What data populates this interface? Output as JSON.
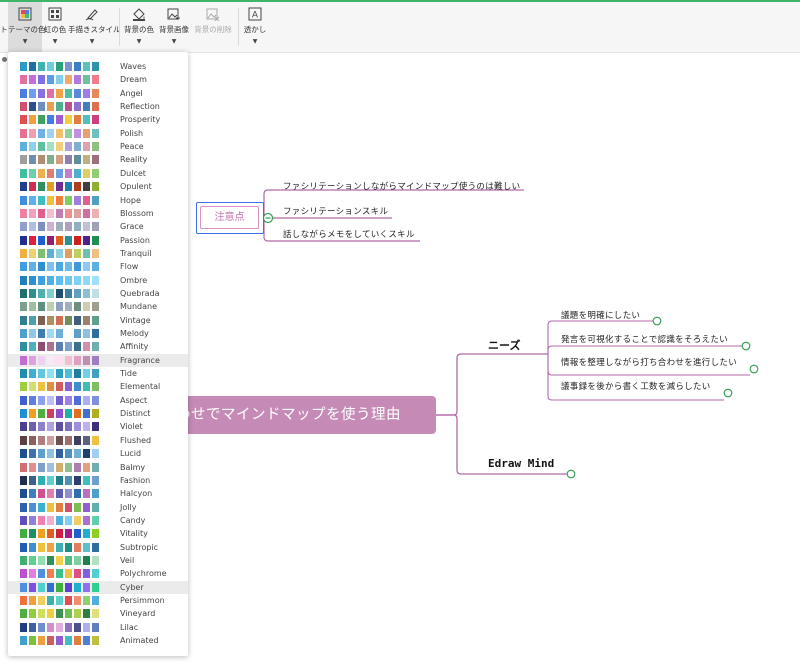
{
  "toolbar": {
    "items": [
      {
        "label": "テーマの色",
        "icon": "theme-color-icon"
      },
      {
        "label": "虹の色",
        "icon": "rainbow-color-icon"
      },
      {
        "label": "手描きスタイル",
        "icon": "hand-drawn-icon"
      },
      {
        "label": "背景の色",
        "icon": "bucket-icon"
      },
      {
        "label": "背景画像",
        "icon": "image-add-icon"
      },
      {
        "label": "背景の削除",
        "icon": "image-remove-icon"
      },
      {
        "label": "透かし",
        "icon": "watermark-icon"
      }
    ],
    "partial_label": "ト"
  },
  "themes": [
    {
      "name": "Waves",
      "colors": [
        "#2a9bc9",
        "#1f6fa6",
        "#3fb3b0",
        "#6acde0",
        "#27a07c",
        "#7b8fd1",
        "#3c7fc9",
        "#58c3b8",
        "#2f93a8"
      ]
    },
    {
      "name": "Dream",
      "colors": [
        "#e36fa3",
        "#c86fd3",
        "#7f6fe2",
        "#5b9de8",
        "#7fd0e8",
        "#f3a86b",
        "#b07be0",
        "#6cc1a0",
        "#f07c8c"
      ]
    },
    {
      "name": "Angel",
      "colors": [
        "#4a7fe0",
        "#6c9ef0",
        "#8a6fe0",
        "#e06fa4",
        "#f0a24a",
        "#4fc0a0",
        "#5a8ad8",
        "#a07ce8",
        "#e8885a"
      ]
    },
    {
      "name": "Reflection",
      "colors": [
        "#d34f6f",
        "#2f4f8f",
        "#6f8fbf",
        "#e89f4f",
        "#4faf8f",
        "#bf4f8f",
        "#8f6fcf",
        "#3f7fbf",
        "#df6f4f"
      ]
    },
    {
      "name": "Prosperity",
      "colors": [
        "#e04f4f",
        "#f0a03f",
        "#3fa05f",
        "#3f7fe0",
        "#9f5fd0",
        "#f0d03f",
        "#e07f3f",
        "#4fbfbf",
        "#cf3f7f"
      ]
    },
    {
      "name": "Polish",
      "colors": [
        "#e86f8f",
        "#f09fb0",
        "#6fb0e8",
        "#9fd0f0",
        "#f0c06f",
        "#8fd09f",
        "#c08fe0",
        "#e8a06f",
        "#6fc0c0"
      ]
    },
    {
      "name": "Peace",
      "colors": [
        "#5fb0e0",
        "#8fd0f0",
        "#5fc0a0",
        "#a0e0c0",
        "#f0d07f",
        "#b0a0e0",
        "#7fb0d0",
        "#e0a0b0",
        "#90c080"
      ]
    },
    {
      "name": "Reality",
      "colors": [
        "#9f9f9f",
        "#6f8faf",
        "#af8f6f",
        "#7faf8f",
        "#cf9f7f",
        "#8f7faf",
        "#5f8f9f",
        "#bfaf7f",
        "#9f6f7f"
      ]
    },
    {
      "name": "Dulcet",
      "colors": [
        "#3fbfa0",
        "#6fd0b0",
        "#f0b04f",
        "#e07f6f",
        "#6f9fe0",
        "#c07fd0",
        "#4fafcf",
        "#e0cf5f",
        "#8fcf6f"
      ]
    },
    {
      "name": "Opulent",
      "colors": [
        "#1f3f8f",
        "#cf2f4f",
        "#2f8f5f",
        "#e0a01f",
        "#6f2f8f",
        "#1f7faf",
        "#af3f1f",
        "#3f3f3f",
        "#8faf2f"
      ]
    },
    {
      "name": "Hope",
      "colors": [
        "#3f8fe0",
        "#5fb0f0",
        "#3fc0c0",
        "#f0c03f",
        "#f07f3f",
        "#7fcf5f",
        "#a07fe0",
        "#e05f8f",
        "#4fa0c0"
      ]
    },
    {
      "name": "Blossom",
      "colors": [
        "#f07fa0",
        "#f0a0c0",
        "#e05f8f",
        "#f0c0d0",
        "#c07fb0",
        "#f0908f",
        "#e0a0a0",
        "#d06f9f",
        "#f0b0b0"
      ]
    },
    {
      "name": "Grace",
      "colors": [
        "#8f9fcf",
        "#afbfdf",
        "#7f8fbf",
        "#cfb0d0",
        "#9fafc0",
        "#b0a0c0",
        "#8fb0c0",
        "#c0c0d8",
        "#a0a0b8"
      ]
    },
    {
      "name": "Passion",
      "colors": [
        "#1f2f8f",
        "#e01f3f",
        "#1f5fcf",
        "#8f1f6f",
        "#e05f1f",
        "#2f8f8f",
        "#cf1f1f",
        "#4f1f8f",
        "#1f8f4f"
      ]
    },
    {
      "name": "Tranquil",
      "colors": [
        "#f0b03f",
        "#f0d06f",
        "#7fbf6f",
        "#5fafd0",
        "#8fd0e0",
        "#e09f5f",
        "#bfcf5f",
        "#6fc0b0",
        "#f0c080"
      ]
    },
    {
      "name": "Flow",
      "colors": [
        "#3f9fe0",
        "#5fb0e8",
        "#2f8fd0",
        "#7fc0f0",
        "#4fa8e0",
        "#6fb8ec",
        "#3f98dc",
        "#8fc8f4",
        "#58b0e4"
      ]
    },
    {
      "name": "Ombre",
      "colors": [
        "#1f7fbf",
        "#2f8fcf",
        "#3f9fdf",
        "#4fafe8",
        "#5fbff0",
        "#6fc8f0",
        "#7fd0f4",
        "#8fd8f8",
        "#9fe0fa"
      ]
    },
    {
      "name": "Quebrada",
      "colors": [
        "#1f6f6f",
        "#2f8f8f",
        "#4fafaf",
        "#7fcfcf",
        "#1f4f6f",
        "#3f7f9f",
        "#5f9fbf",
        "#8fbfcf",
        "#bfdfe0"
      ]
    },
    {
      "name": "Mundane",
      "colors": [
        "#7fa08f",
        "#9fbf9f",
        "#5f8f7f",
        "#bfcfaf",
        "#8fa0bf",
        "#a0b0c0",
        "#6f907f",
        "#cfcfb0",
        "#9f9f8f"
      ]
    },
    {
      "name": "Vintage",
      "colors": [
        "#2f7f8f",
        "#4f9faf",
        "#7f5f4f",
        "#af8f5f",
        "#cf6f4f",
        "#6f8f5f",
        "#3f5f7f",
        "#9f7f6f",
        "#5f9f8f"
      ]
    },
    {
      "name": "Melody",
      "colors": [
        "#4fa0d0",
        "#8fc8e8",
        "#3f7fb0",
        "#a0d8f0",
        "#6fb0d8",
        "#ffffff",
        "#5f9fc8",
        "#90c0e0",
        "#2f6f9f"
      ]
    },
    {
      "name": "Affinity",
      "colors": [
        "#2f8f9f",
        "#4fafbf",
        "#8f4f6f",
        "#af6f8f",
        "#5f7faf",
        "#7f9fcf",
        "#3f6f8f",
        "#cf8faf",
        "#6fafaf"
      ]
    },
    {
      "name": "Fragrance",
      "colors": [
        "#c06fd0",
        "#e09fe0",
        "#f0d0f0",
        "#f8e8f8",
        "#ffe0f0",
        "#f0c0d0",
        "#e0a0c0",
        "#c08fb0",
        "#a07fc0"
      ]
    },
    {
      "name": "Tide",
      "colors": [
        "#1f8faf",
        "#3fafcf",
        "#5fc8e0",
        "#8fe0f0",
        "#2f9fbf",
        "#4fbfd8",
        "#1f7f9f",
        "#6fd0e8",
        "#3fa0c0"
      ]
    },
    {
      "name": "Elemental",
      "colors": [
        "#9fcf3f",
        "#cfe06f",
        "#f0c03f",
        "#e08f3f",
        "#cf5f5f",
        "#8f5fcf",
        "#3f8fcf",
        "#3fbfaf",
        "#7fbf5f"
      ]
    },
    {
      "name": "Aspect",
      "colors": [
        "#3f5fcf",
        "#5f7fe0",
        "#8f9fef",
        "#bfbff8",
        "#6f5fcf",
        "#9f7fe8",
        "#4f6fd8",
        "#afafef",
        "#7f8fe0"
      ]
    },
    {
      "name": "Distinct",
      "colors": [
        "#1f8fcf",
        "#f0a01f",
        "#4faf3f",
        "#cf3f5f",
        "#8f4fcf",
        "#1fafaf",
        "#e06f1f",
        "#3f6fcf",
        "#afaf1f"
      ]
    },
    {
      "name": "Violet",
      "colors": [
        "#4f3f8f",
        "#6f5faf",
        "#8f7fcf",
        "#afa0e0",
        "#5f4f9f",
        "#7f6fbf",
        "#9f8fdf",
        "#bfb0ef",
        "#3f2f7f"
      ]
    },
    {
      "name": "Flushed",
      "colors": [
        "#5f3f3f",
        "#8f5f5f",
        "#af7f7f",
        "#cf9f9f",
        "#6f4f4f",
        "#9f6f6f",
        "#3f3f5f",
        "#5f5f7f",
        "#f0c03f"
      ]
    },
    {
      "name": "Lucid",
      "colors": [
        "#1f4f8f",
        "#3f6faf",
        "#5f9fcf",
        "#8fc0e0",
        "#2f5f9f",
        "#4f8fbf",
        "#6fafd8",
        "#1f3f6f",
        "#9fd0ef"
      ]
    },
    {
      "name": "Balmy",
      "colors": [
        "#cf6f6f",
        "#e08f8f",
        "#7f9fcf",
        "#9fbfe0",
        "#cfaf6f",
        "#8fbf8f",
        "#af7faf",
        "#e0a07f",
        "#6fafaf"
      ]
    },
    {
      "name": "Fashion",
      "colors": [
        "#1f2f4f",
        "#3f5f8f",
        "#2fafaf",
        "#5fcfcf",
        "#1f7f8f",
        "#4f8faf",
        "#2f3f6f",
        "#3fbfbf",
        "#6f9fcf"
      ]
    },
    {
      "name": "Halcyon",
      "colors": [
        "#1f4f8f",
        "#3f7fbf",
        "#cf4f8f",
        "#e07faf",
        "#5f5faf",
        "#8f8fcf",
        "#2f6faf",
        "#bf6fbf",
        "#4f9fcf"
      ]
    },
    {
      "name": "Jolly",
      "colors": [
        "#2f5faf",
        "#4f8fcf",
        "#3fafcf",
        "#f0c03f",
        "#e07f3f",
        "#cf4f6f",
        "#7fbf4f",
        "#8f5fcf",
        "#5fafaf"
      ]
    },
    {
      "name": "Candy",
      "colors": [
        "#5f4fbf",
        "#8f7fdf",
        "#f07faf",
        "#f0afcf",
        "#4fafe0",
        "#7fcff0",
        "#f0cf5f",
        "#af6fcf",
        "#5fcfaf"
      ]
    },
    {
      "name": "Vitality",
      "colors": [
        "#3faf3f",
        "#1f8f5f",
        "#f0a01f",
        "#e05f1f",
        "#cf1f3f",
        "#9f1f8f",
        "#1f5fcf",
        "#1fafcf",
        "#8fcf1f"
      ]
    },
    {
      "name": "Subtropic",
      "colors": [
        "#1f5faf",
        "#3f8fcf",
        "#f0c03f",
        "#f0a03f",
        "#3fafaf",
        "#1f8f7f",
        "#e07f5f",
        "#5fbfcf",
        "#2f6f9f"
      ]
    },
    {
      "name": "Veil",
      "colors": [
        "#3faf6f",
        "#5fcf8f",
        "#8fdfaf",
        "#2f8f5f",
        "#f0cf4f",
        "#4fbf7f",
        "#7fd09f",
        "#1f7f4f",
        "#afe0bf"
      ]
    },
    {
      "name": "Polychrome",
      "colors": [
        "#c04fd0",
        "#e07fe0",
        "#4f8fe0",
        "#f07f4f",
        "#3fbf8f",
        "#f0c03f",
        "#e04f7f",
        "#7f5fe0",
        "#4fcfcf"
      ]
    },
    {
      "name": "Cyber",
      "colors": [
        "#4f8fe0",
        "#7f4fe0",
        "#4fcfcf",
        "#2f6fcf",
        "#3faf3f",
        "#5f3fcf",
        "#1fafcf",
        "#8f6fef",
        "#2fcf8f"
      ]
    },
    {
      "name": "Persimmon",
      "colors": [
        "#f06f3f",
        "#f0a03f",
        "#f0cf5f",
        "#3fafaf",
        "#5fcfcf",
        "#e04f4f",
        "#f08f6f",
        "#8fcf6f",
        "#4fafe0"
      ]
    },
    {
      "name": "Vineyard",
      "colors": [
        "#4faf3f",
        "#8fcf3f",
        "#cfe05f",
        "#f0cf3f",
        "#3f8f4f",
        "#6fbf4f",
        "#afd04f",
        "#2f7f3f",
        "#e0e07f"
      ]
    },
    {
      "name": "Lilac",
      "colors": [
        "#1f3f7f",
        "#3f5f9f",
        "#6f8fcf",
        "#cf8fcf",
        "#e0afe0",
        "#8f6fbf",
        "#4f4f8f",
        "#afaff0",
        "#5f7fbf"
      ]
    },
    {
      "name": "Animated",
      "colors": [
        "#3f9fcf",
        "#7fbf3f",
        "#f0a03f",
        "#cf5f5f",
        "#8f5fcf",
        "#3fbfbf",
        "#e07f3f",
        "#4f7fcf",
        "#bfbf3f"
      ]
    }
  ],
  "highlighted": [
    "Fragrance",
    "Cyber"
  ],
  "mindmap": {
    "central": "わせでマインドマップを使う理由",
    "caution": "注意点",
    "caution_children": [
      "ファシリテーションしながらマインドマップ使うのは難しい",
      "ファシリテーションスキル",
      "話しながらメモをしていくスキル"
    ],
    "needs": "ニーズ",
    "needs_children": [
      "議題を明確にしたい",
      "発言を可視化することで認識をそろえたい",
      "情報を整理しながら打ち合わせを進行したい",
      "議事録を後から書く工数を減らしたい"
    ],
    "edraw": "Edraw Mind",
    "colors": {
      "central": "#c58bb6",
      "branch_line": "#b469a8",
      "collapse": "#2f9e4f",
      "selection": "#3e6fe6"
    }
  }
}
